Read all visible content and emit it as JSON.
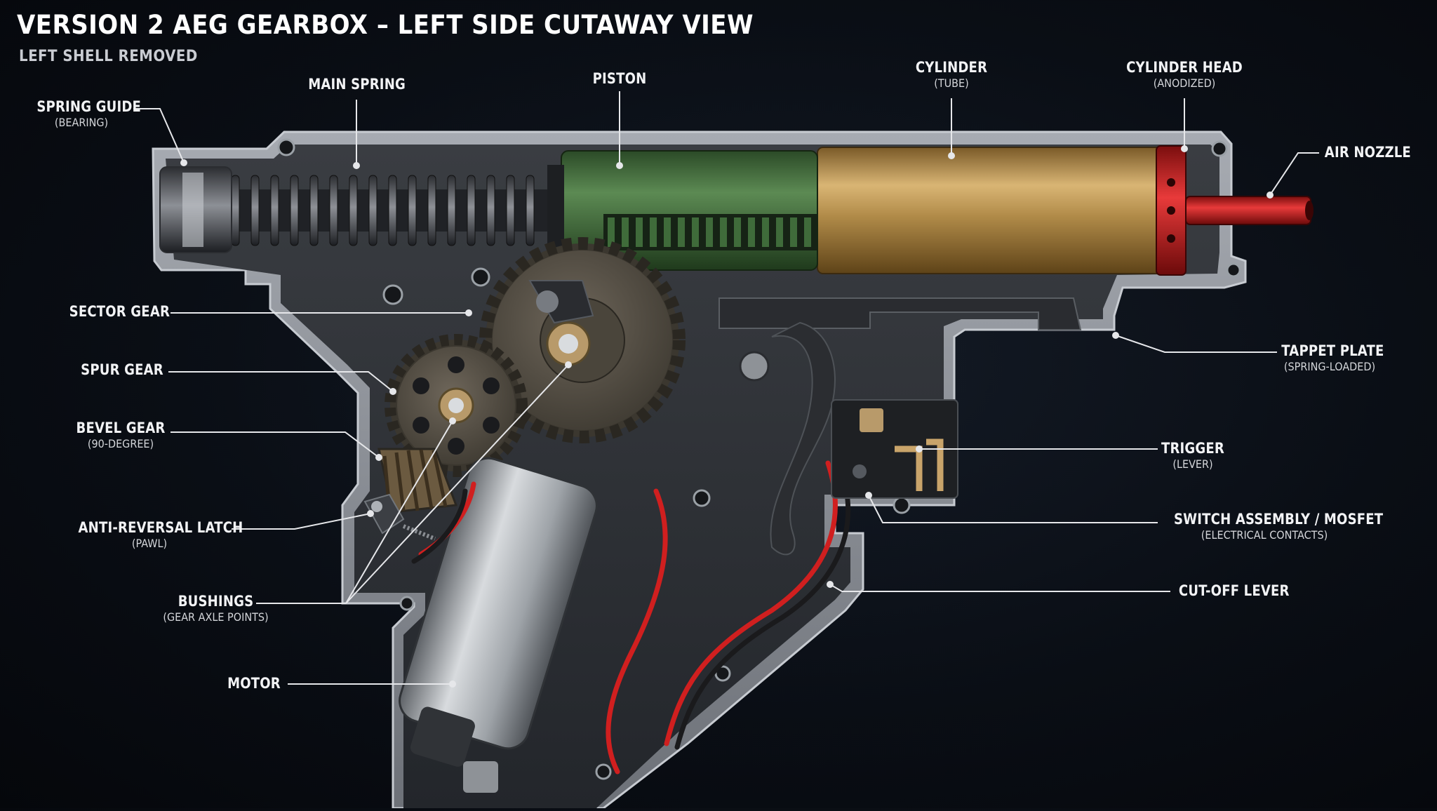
{
  "header": {
    "title": "VERSION 2 AEG GEARBOX – LEFT SIDE CUTAWAY VIEW",
    "subtitle": "LEFT SHELL REMOVED"
  },
  "colors": {
    "background": "#0a0e15",
    "shell": "#8c9097",
    "piston": "#3f6b3a",
    "cylinder": "#b08a48",
    "cylinder_head": "#d32a2a",
    "motor": "#9ea3a8",
    "wire_red": "#d01f1f",
    "label": "#f2f3f5"
  },
  "labels": {
    "spring_guide": {
      "name": "SPRING GUIDE",
      "sub": "(BEARING)"
    },
    "main_spring": {
      "name": "MAIN SPRING"
    },
    "piston": {
      "name": "PISTON"
    },
    "cylinder": {
      "name": "CYLINDER",
      "sub": "(TUBE)"
    },
    "cylinder_head": {
      "name": "CYLINDER HEAD",
      "sub": "(ANODIZED)"
    },
    "air_nozzle": {
      "name": "AIR NOZZLE"
    },
    "sector_gear": {
      "name": "SECTOR GEAR"
    },
    "spur_gear": {
      "name": "SPUR GEAR"
    },
    "bevel_gear": {
      "name": "BEVEL GEAR",
      "sub": "(90-DEGREE)"
    },
    "anti_reversal": {
      "name": "ANTI-REVERSAL LATCH",
      "sub": "(PAWL)"
    },
    "bushings": {
      "name": "BUSHINGS",
      "sub": "(GEAR AXLE POINTS)"
    },
    "motor": {
      "name": "MOTOR"
    },
    "tappet_plate": {
      "name": "TAPPET PLATE",
      "sub": "(SPRING-LOADED)"
    },
    "trigger": {
      "name": "TRIGGER",
      "sub": "(LEVER)"
    },
    "switch": {
      "name": "SWITCH ASSEMBLY / MOSFET",
      "sub": "(ELECTRICAL CONTACTS)"
    },
    "cutoff": {
      "name": "CUT-OFF LEVER"
    }
  }
}
